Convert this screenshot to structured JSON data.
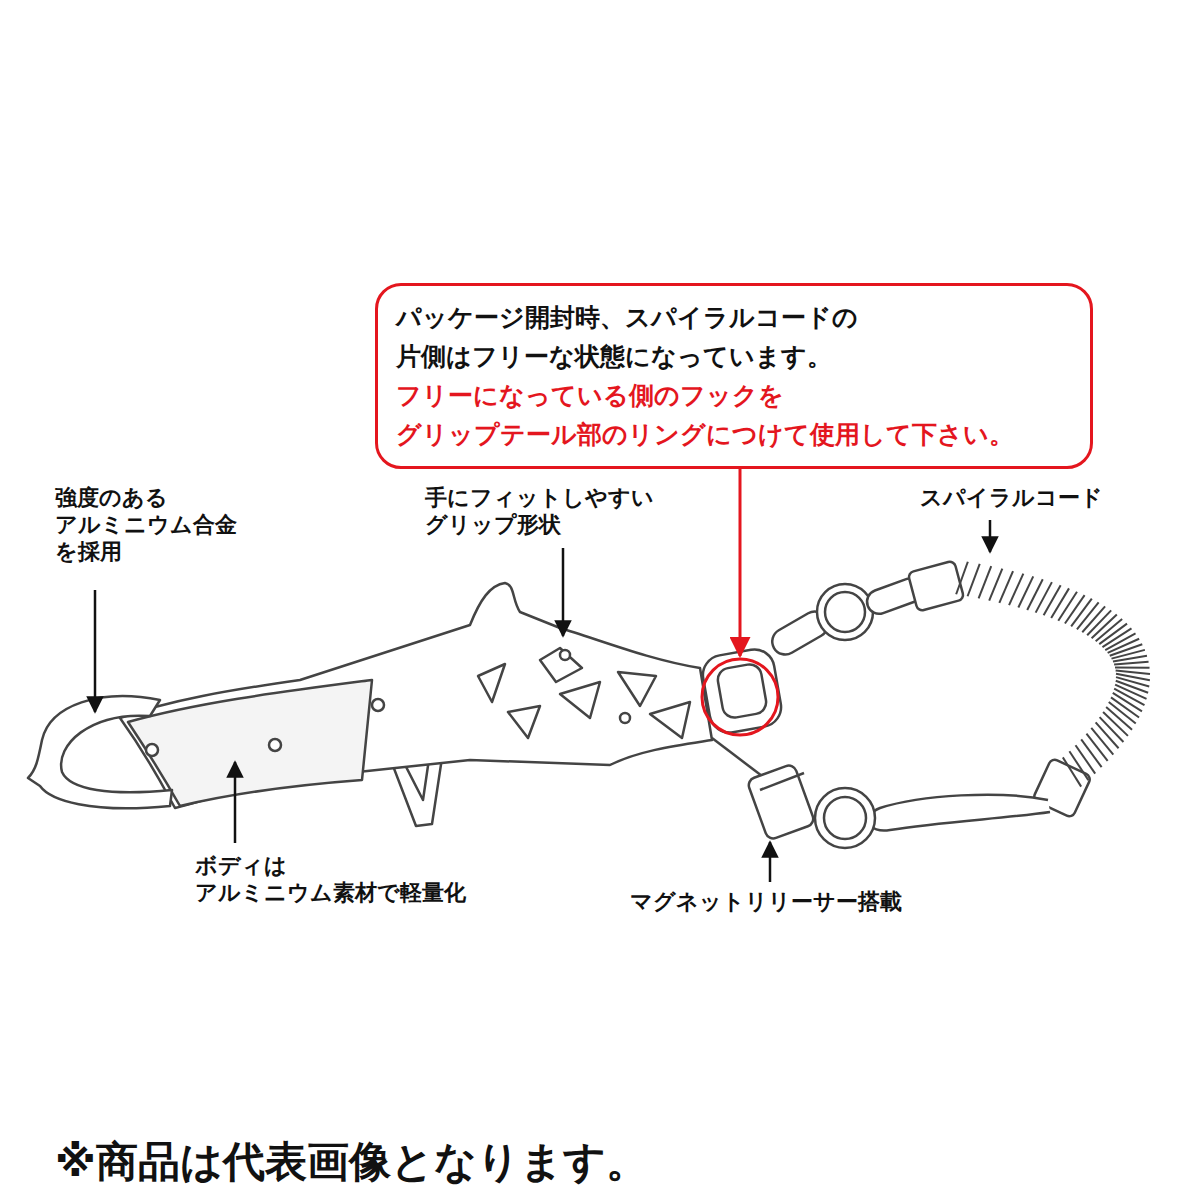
{
  "diagram": {
    "caption": "※商品は代表画像となります。",
    "nodes": [
      {
        "text": [
          "パッケージ開封時、スパイラルコードの 片側はフリーな状態になっています。",
          "フリーになっている側のフックを グリップテール部のリングにつけて使用して下さい。"
        ]
      }
    ],
    "labels": [
      "強度のある アルミニウム合金 を採用",
      "手にフィットしやすい グリップ形状",
      "スパイラルコード",
      "ボディは アルミニウム素材で軽量化",
      "マグネットリリーサー搭載"
    ]
  }
}
